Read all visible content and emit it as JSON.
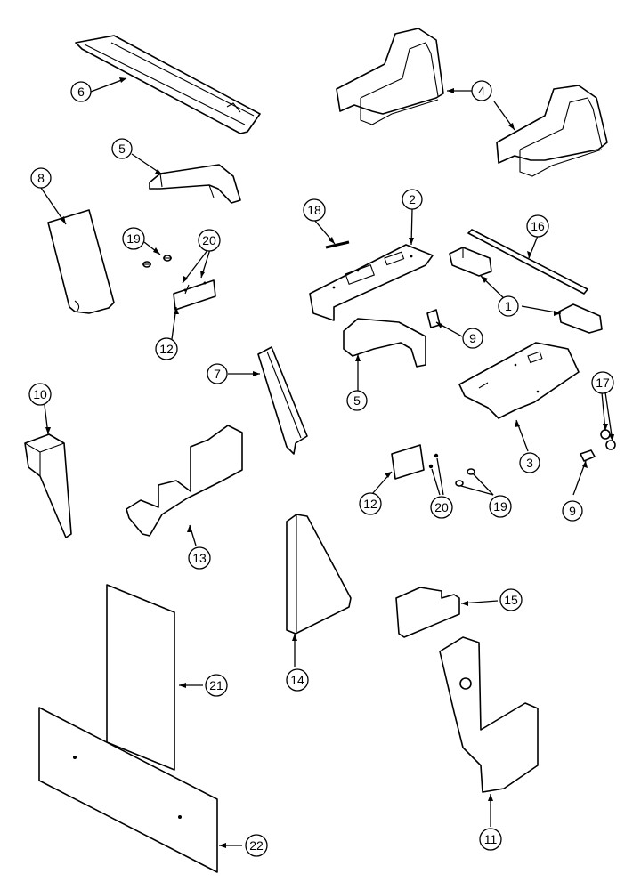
{
  "callouts": {
    "c1": "1",
    "c2": "2",
    "c3": "3",
    "c4": "4",
    "c5a": "5",
    "c5b": "5",
    "c6": "6",
    "c7": "7",
    "c8": "8",
    "c9a": "9",
    "c9b": "9",
    "c10": "10",
    "c11": "11",
    "c12a": "12",
    "c12b": "12",
    "c13": "13",
    "c14": "14",
    "c15": "15",
    "c16": "16",
    "c17": "17",
    "c18": "18",
    "c19a": "19",
    "c19b": "19",
    "c20a": "20",
    "c20b": "20",
    "c21": "21",
    "c22": "22"
  }
}
